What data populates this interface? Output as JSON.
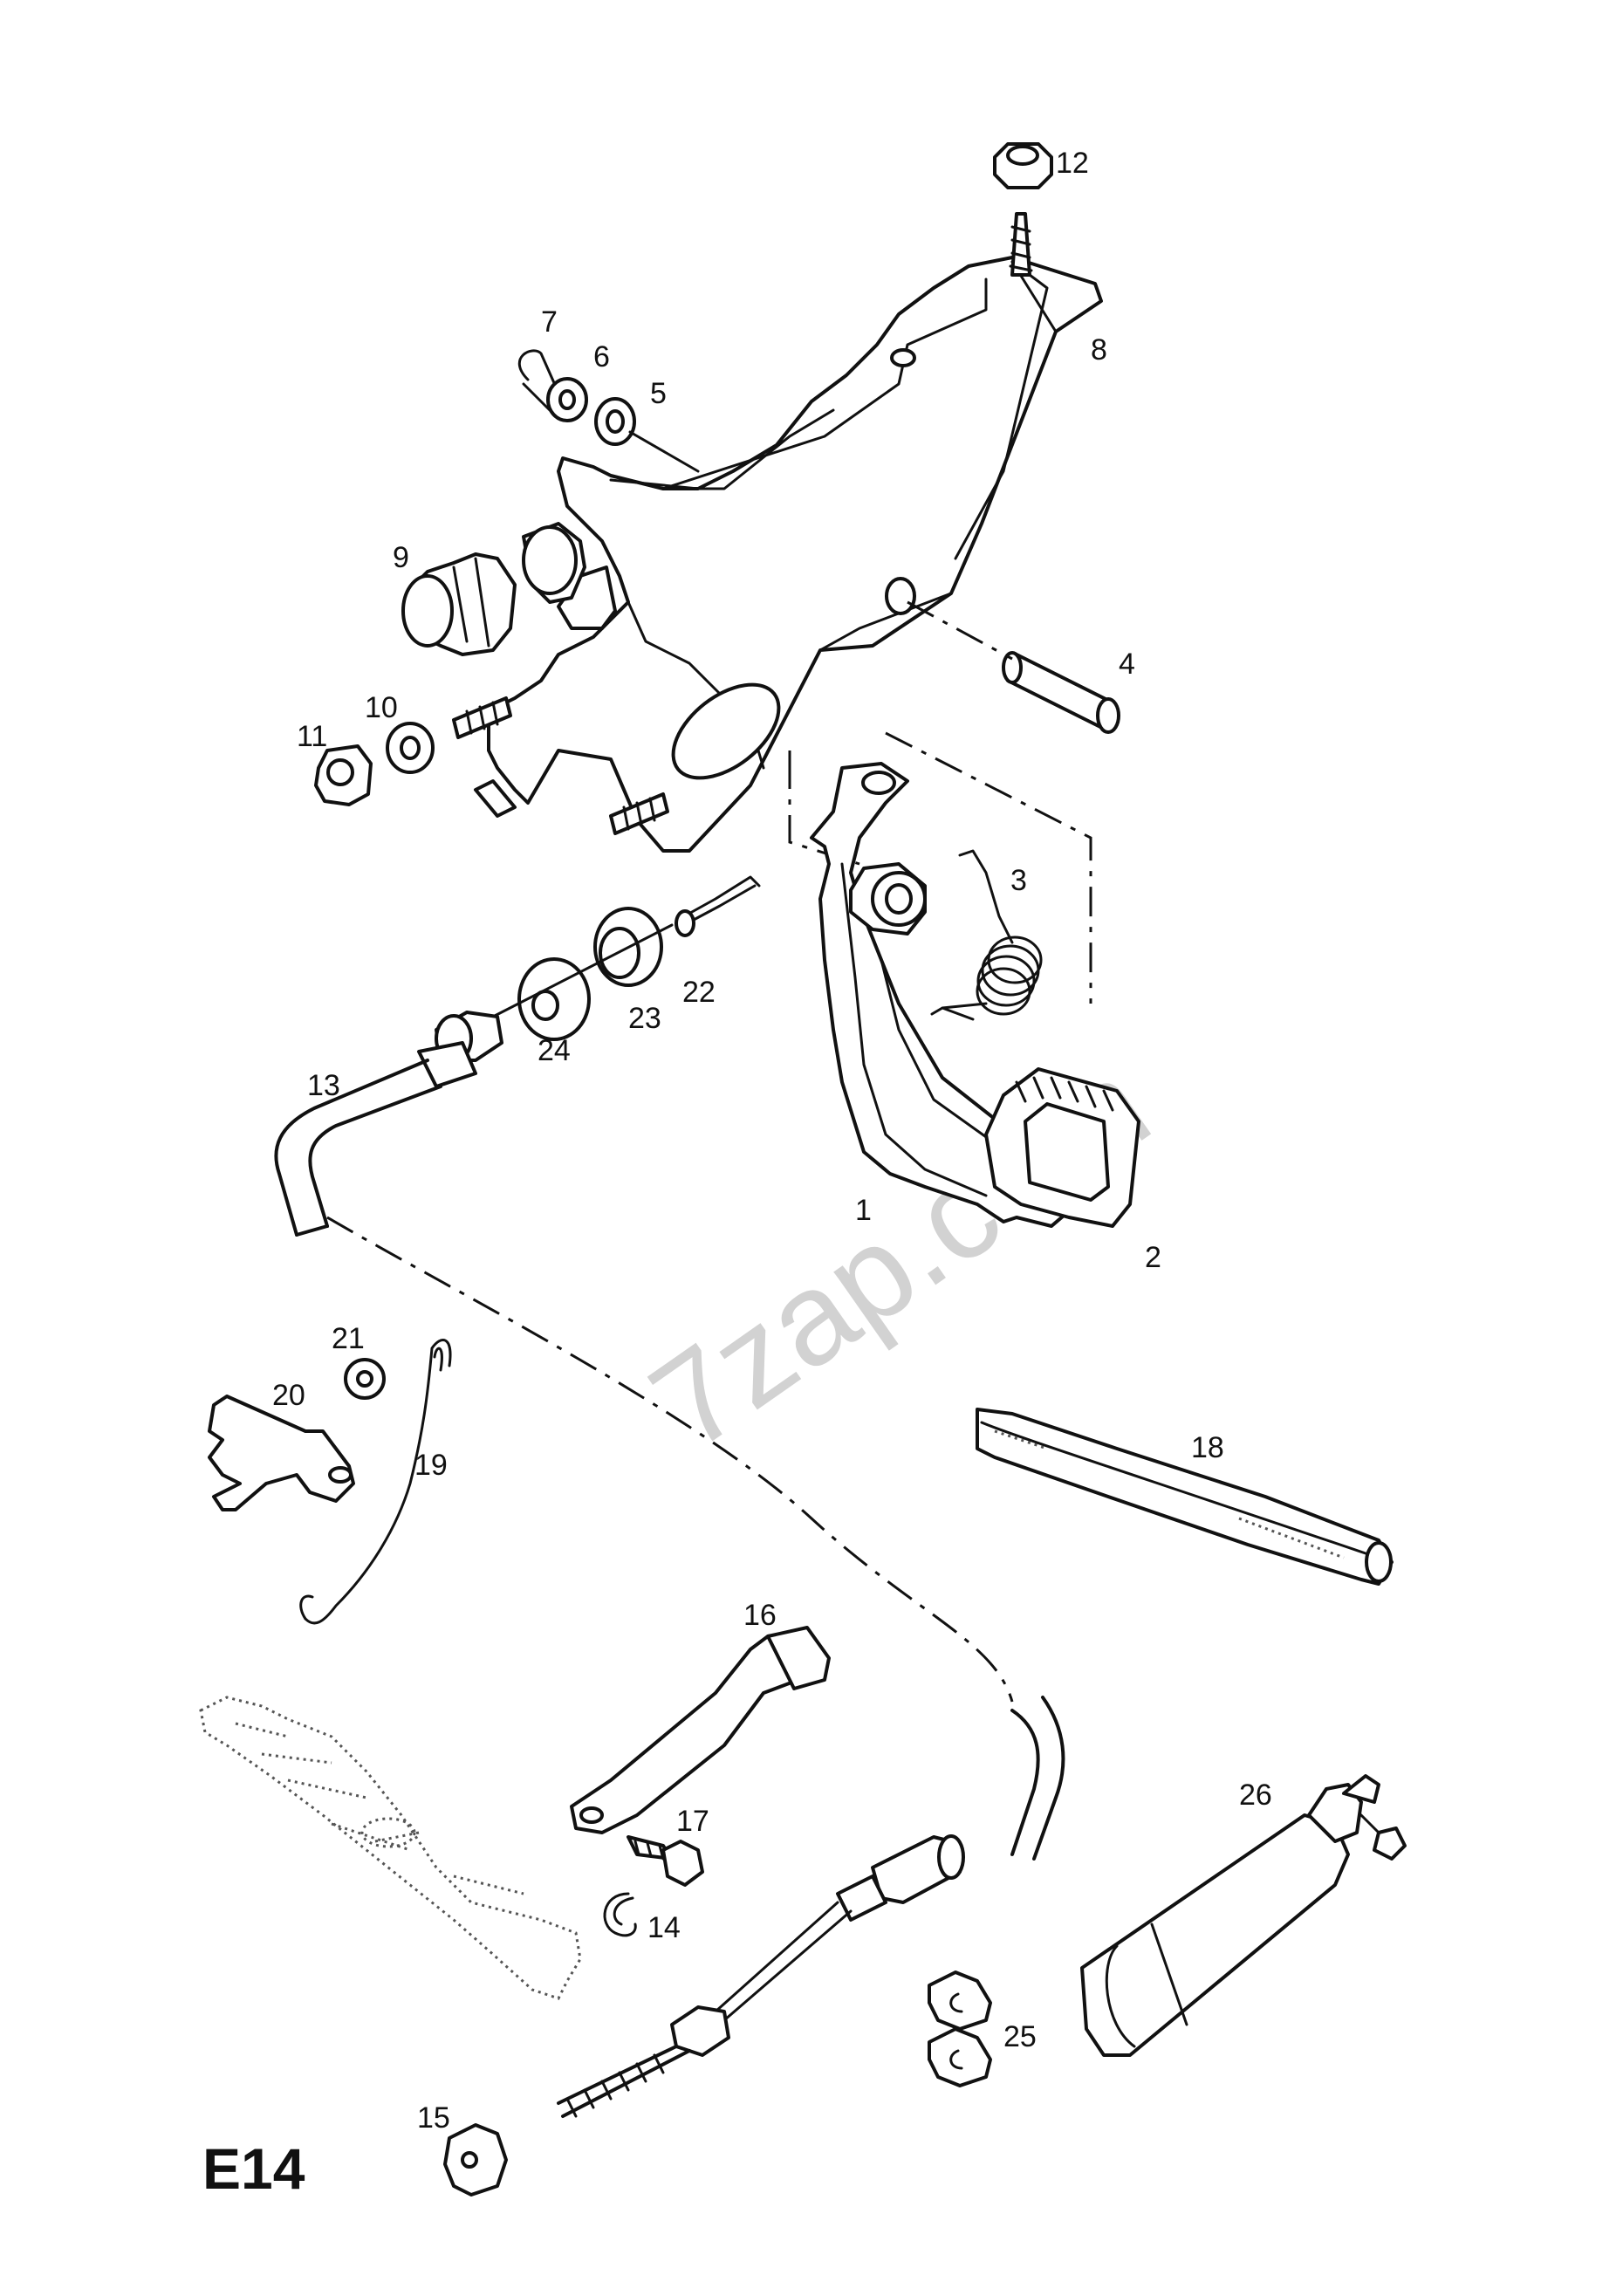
{
  "figure_code": "E14",
  "watermark": "7zap.com",
  "callouts": {
    "p1": "1",
    "p2": "2",
    "p3": "3",
    "p4": "4",
    "p5": "5",
    "p6": "6",
    "p7": "7",
    "p8": "8",
    "p9": "9",
    "p10": "10",
    "p11": "11",
    "p12": "12",
    "p13": "13",
    "p14": "14",
    "p15": "15",
    "p16": "16",
    "p17": "17",
    "p18": "18",
    "p19": "19",
    "p20": "20",
    "p21": "21",
    "p22": "22",
    "p23": "23",
    "p24": "24",
    "p25": "25",
    "p26": "26"
  }
}
